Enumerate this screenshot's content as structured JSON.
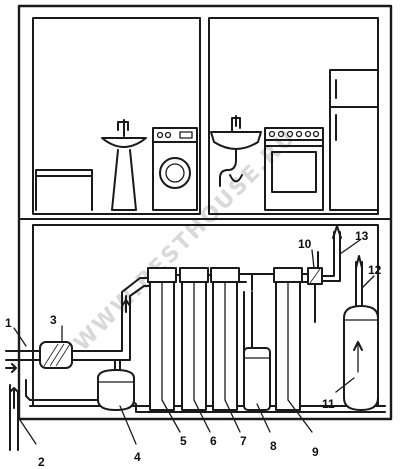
{
  "watermark": "WWW.BESTHOUSE.RU",
  "labels": {
    "l1": "1",
    "l2": "2",
    "l3": "3",
    "l4": "4",
    "l5": "5",
    "l6": "6",
    "l7": "7",
    "l8": "8",
    "l9": "9",
    "l10": "10",
    "l11": "11",
    "l12": "12",
    "l13": "13"
  }
}
